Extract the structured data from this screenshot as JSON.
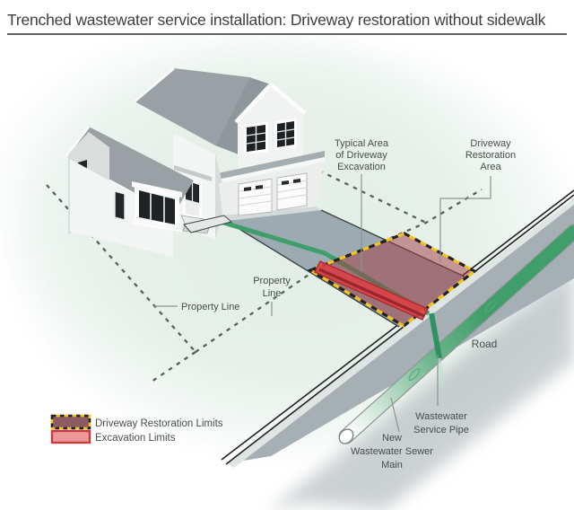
{
  "title": "Trenched wastewater service installation: Driveway restoration without sidewalk",
  "labels": {
    "typical_area": {
      "line1": "Typical Area",
      "line2": "of Driveway",
      "line3": "Excavation"
    },
    "restoration_area": {
      "line1": "Driveway",
      "line2": "Restoration",
      "line3": "Area"
    },
    "property_line_left": "Property Line",
    "property_line_right": {
      "line1": "Property",
      "line2": "Line"
    },
    "road": "Road",
    "service_pipe": {
      "line1": "Wastewater",
      "line2": "Service Pipe"
    },
    "sewer_main": {
      "line1": "New",
      "line2": "Wastewater Sewer",
      "line3": "Main"
    }
  },
  "legend": {
    "restoration_label": "Driveway Restoration Limits",
    "excavation_label": "Excavation Limits"
  },
  "colors": {
    "restoration_fill": "#a23a42",
    "excavation_fill": "#dc4046",
    "excavation_border": "#aa2b31",
    "boundary_yellow": "#f1c31c",
    "boundary_black": "#222222",
    "pipe_green": "#3f9e6a",
    "service_pipe_green": "#2f9160",
    "road_gray": "#a6afb4",
    "driveway_gray": "#9caab1",
    "legend_restoration_fill": "#8d5c62",
    "legend_excavation_fill": "#ef989a",
    "legend_excavation_border": "#c73a40"
  }
}
